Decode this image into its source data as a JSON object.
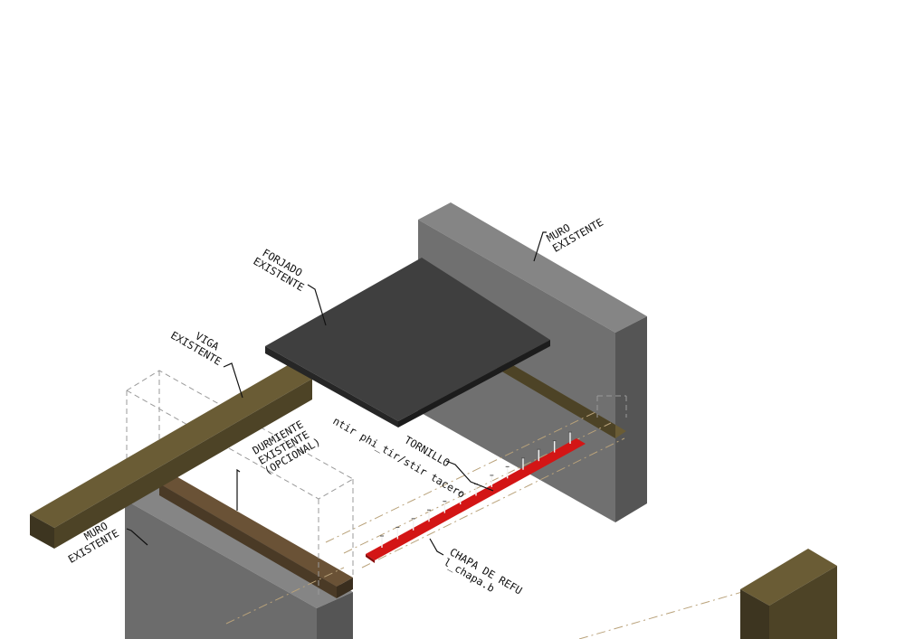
{
  "labels": {
    "muro_top": [
      "MURO",
      "EXISTENTE"
    ],
    "forjado": [
      "FORJADO",
      "EXISTENTE"
    ],
    "viga": [
      "VIGA",
      "EXISTENTE"
    ],
    "tornillo": [
      "TORNILLO",
      "ntir phi_tir/stir tacero"
    ],
    "durmiente": [
      "DURMIENTE",
      "EXISTENTE",
      "(OPCIONAL)"
    ],
    "muro_bottom": [
      "MURO",
      "EXISTENTE"
    ],
    "chapa": [
      "CHAPA DE REFU",
      "l_chapa.b"
    ]
  },
  "colors": {
    "wall_front": "#6e6e6e",
    "wall_side": "#5a5a5a",
    "wall_top": "#858585",
    "slab_top": "#3f3f3f",
    "slab_edge": "#262626",
    "beam_dark": "#4d4326",
    "beam_light": "#6a5c35",
    "sleeper": "#5b4630",
    "plate": "#d31515",
    "bolt": "#f2f2f2"
  }
}
